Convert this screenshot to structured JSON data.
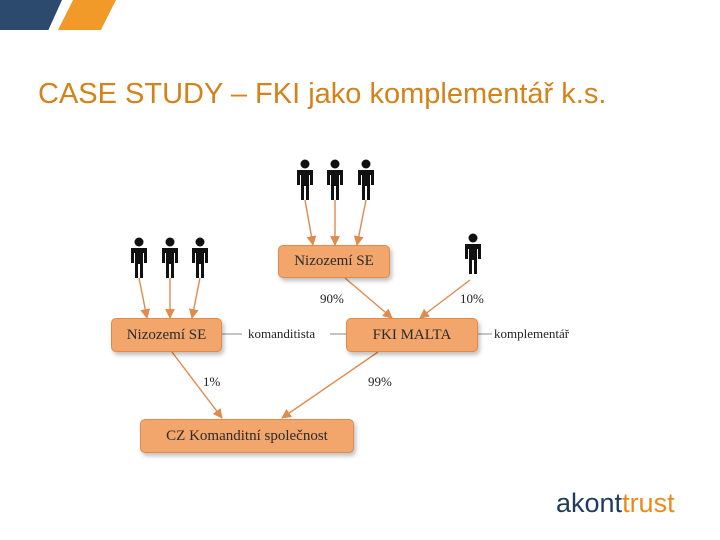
{
  "slide": {
    "title": "CASE STUDY – FKI jako komplementář k.s.",
    "colors": {
      "title": "#d4821a",
      "box": "#f2a66c",
      "arrow": "#e08a4c",
      "logo_dark": "#1e3b5c",
      "logo_orange": "#e88b1e"
    }
  },
  "diagram": {
    "boxes": {
      "nl_top": "Nizozemí SE",
      "nl_left": "Nizozemí SE",
      "fki": "FKI MALTA",
      "cz": "CZ Komanditní společnost"
    },
    "labels": {
      "pct_90": "90%",
      "pct_10": "10%",
      "pct_1": "1%",
      "pct_99": "99%",
      "komanditista": "komanditista",
      "komplementar": "komplementář"
    },
    "icons": [
      "person-icon"
    ]
  },
  "logo": {
    "part1": "akont",
    "part2": "trust"
  }
}
